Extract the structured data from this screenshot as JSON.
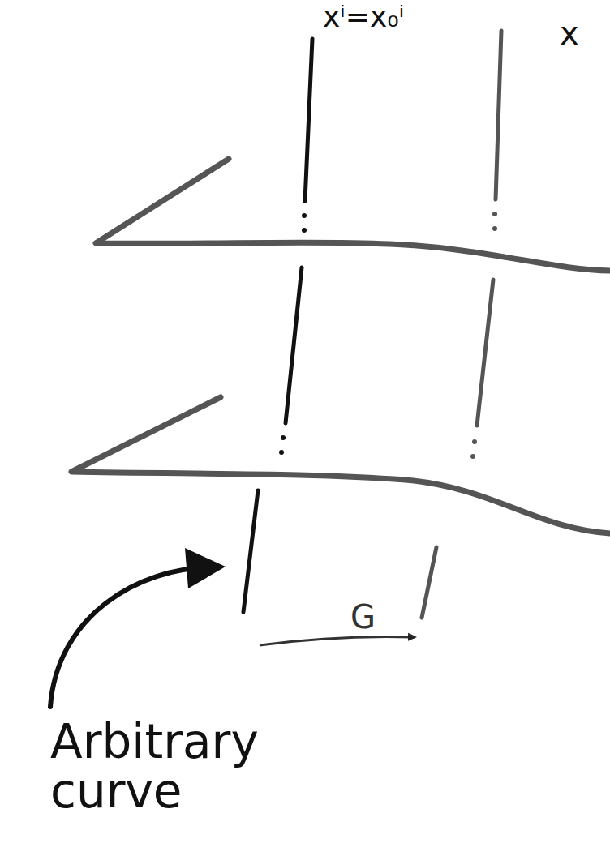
{
  "diagram": {
    "labels": [
      "xⁱ=x₀ⁱ",
      "x",
      "G",
      "Arbitrary curve"
    ]
  }
}
